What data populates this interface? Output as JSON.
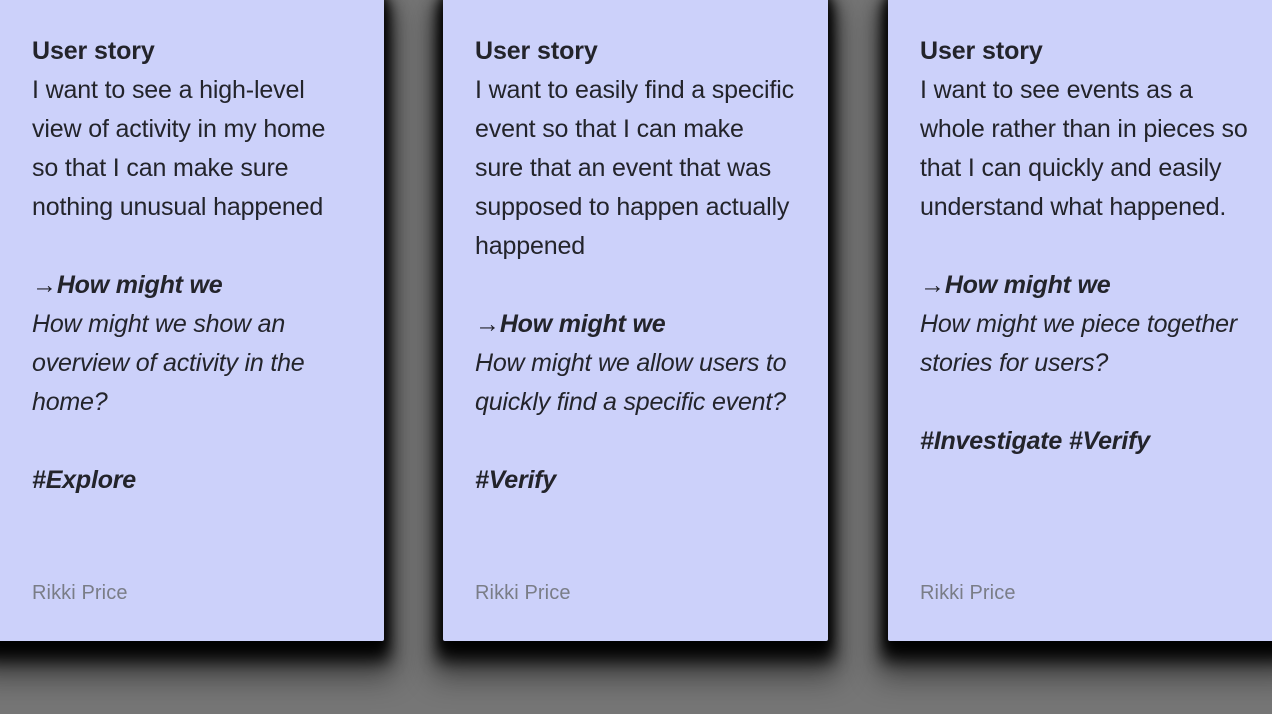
{
  "board": {
    "background_color": "#767676",
    "card_color": "#ccd1fa",
    "text_color": "#23242b",
    "author_color": "#7a7d87",
    "arrow_glyph": "→"
  },
  "cards": [
    {
      "story_label": "User story",
      "story_text": "I want to see a high-level view of activity in my home so that I can make sure nothing unusual happened",
      "hmw_label": "How might we",
      "hmw_text": "How might we show an overview of activity in the home?",
      "tags": "#Explore",
      "author": "Rikki Price"
    },
    {
      "story_label": "User story",
      "story_text": "I want to easily find a specific event so that I can make sure that an event that was supposed to happen actually happened",
      "hmw_label": "How might we",
      "hmw_text": "How might we allow users to quickly find a specific event?",
      "tags": "#Verify",
      "author": "Rikki Price"
    },
    {
      "story_label": "User story",
      "story_text": "I want to see events as a whole rather than in pieces so that I can quickly and easily understand what happened.",
      "hmw_label": "How might we",
      "hmw_text": "How might we piece together stories for users?",
      "tags": "#Investigate #Verify",
      "author": "Rikki Price"
    }
  ]
}
